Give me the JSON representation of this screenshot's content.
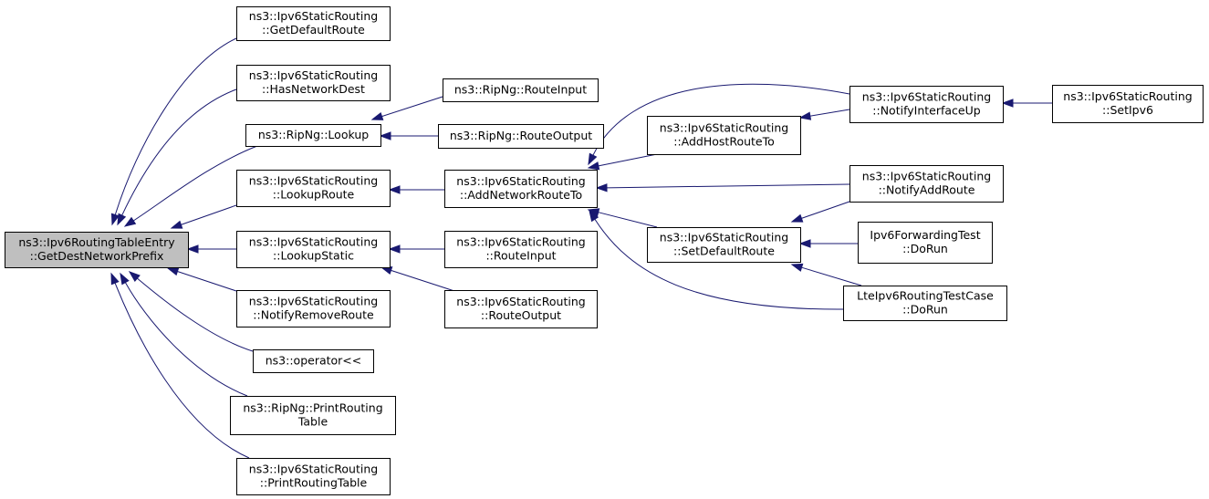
{
  "nodes": {
    "root": [
      "ns3::Ipv6RoutingTableEntry",
      "::GetDestNetworkPrefix"
    ],
    "getDefaultRoute": [
      "ns3::Ipv6StaticRouting",
      "::GetDefaultRoute"
    ],
    "hasNetworkDest": [
      "ns3::Ipv6StaticRouting",
      "::HasNetworkDest"
    ],
    "ripngLookup": [
      "ns3::RipNg::Lookup"
    ],
    "lookupRoute": [
      "ns3::Ipv6StaticRouting",
      "::LookupRoute"
    ],
    "lookupStatic": [
      "ns3::Ipv6StaticRouting",
      "::LookupStatic"
    ],
    "notifyRemoveRoute": [
      "ns3::Ipv6StaticRouting",
      "::NotifyRemoveRoute"
    ],
    "operatorLtLt": [
      "ns3::operator<<"
    ],
    "ripngPrintRoutingTable": [
      "ns3::RipNg::PrintRouting",
      "Table"
    ],
    "printRoutingTable": [
      "ns3::Ipv6StaticRouting",
      "::PrintRoutingTable"
    ],
    "ripngRouteInput": [
      "ns3::RipNg::RouteInput"
    ],
    "ripngRouteOutput": [
      "ns3::RipNg::RouteOutput"
    ],
    "addNetworkRouteTo": [
      "ns3::Ipv6StaticRouting",
      "::AddNetworkRouteTo"
    ],
    "staticRouteInput": [
      "ns3::Ipv6StaticRouting",
      "::RouteInput"
    ],
    "staticRouteOutput": [
      "ns3::Ipv6StaticRouting",
      "::RouteOutput"
    ],
    "addHostRouteTo": [
      "ns3::Ipv6StaticRouting",
      "::AddHostRouteTo"
    ],
    "setDefaultRoute": [
      "ns3::Ipv6StaticRouting",
      "::SetDefaultRoute"
    ],
    "notifyInterfaceUp": [
      "ns3::Ipv6StaticRouting",
      "::NotifyInterfaceUp"
    ],
    "notifyAddRoute": [
      "ns3::Ipv6StaticRouting",
      "::NotifyAddRoute"
    ],
    "ipv6ForwardingTest": [
      "Ipv6ForwardingTest",
      "::DoRun"
    ],
    "lteIpv6RoutingTestCase": [
      "LteIpv6RoutingTestCase",
      "::DoRun"
    ],
    "setIpv6": [
      "ns3::Ipv6StaticRouting",
      "::SetIpv6"
    ]
  },
  "edges": [
    [
      "getDefaultRoute",
      "root"
    ],
    [
      "hasNetworkDest",
      "root"
    ],
    [
      "ripngLookup",
      "root"
    ],
    [
      "lookupRoute",
      "root"
    ],
    [
      "lookupStatic",
      "root"
    ],
    [
      "notifyRemoveRoute",
      "root"
    ],
    [
      "operatorLtLt",
      "root"
    ],
    [
      "ripngPrintRoutingTable",
      "root"
    ],
    [
      "printRoutingTable",
      "root"
    ],
    [
      "ripngRouteInput",
      "ripngLookup"
    ],
    [
      "ripngRouteOutput",
      "ripngLookup"
    ],
    [
      "addNetworkRouteTo",
      "lookupRoute"
    ],
    [
      "staticRouteInput",
      "lookupStatic"
    ],
    [
      "staticRouteOutput",
      "lookupStatic"
    ],
    [
      "notifyInterfaceUp",
      "addNetworkRouteTo"
    ],
    [
      "addHostRouteTo",
      "addNetworkRouteTo"
    ],
    [
      "notifyAddRoute",
      "addNetworkRouteTo"
    ],
    [
      "setDefaultRoute",
      "addNetworkRouteTo"
    ],
    [
      "lteIpv6RoutingTestCase",
      "addNetworkRouteTo"
    ],
    [
      "notifyInterfaceUp",
      "addHostRouteTo"
    ],
    [
      "notifyAddRoute",
      "setDefaultRoute"
    ],
    [
      "ipv6ForwardingTest",
      "setDefaultRoute"
    ],
    [
      "lteIpv6RoutingTestCase",
      "setDefaultRoute"
    ],
    [
      "setIpv6",
      "notifyInterfaceUp"
    ]
  ],
  "colors": {
    "edge": "#191970",
    "root_fill": "#bfbfbf",
    "node_fill": "#ffffff",
    "node_border": "#000000"
  }
}
